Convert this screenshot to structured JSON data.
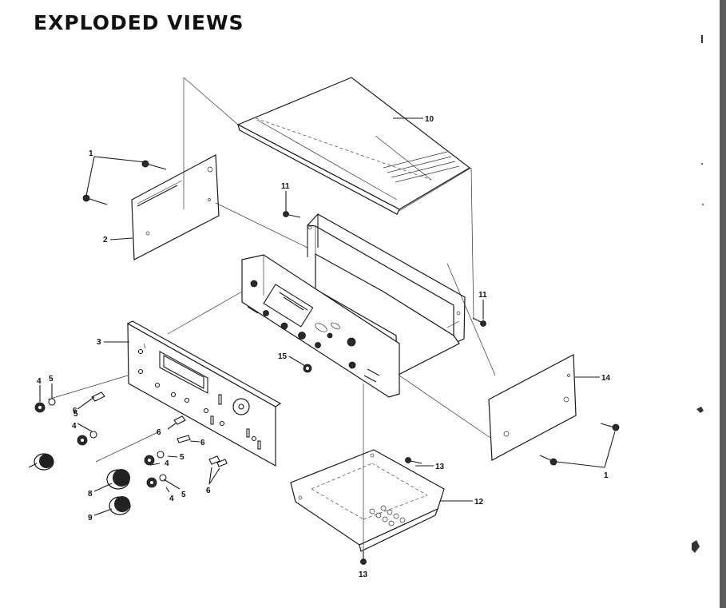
{
  "title": "EXPLODED VIEWS",
  "callouts": [
    {
      "id": "c1a",
      "label": "1"
    },
    {
      "id": "c1b",
      "label": "1"
    },
    {
      "id": "c2",
      "label": "2"
    },
    {
      "id": "c3",
      "label": "3"
    },
    {
      "id": "c4a",
      "label": "4"
    },
    {
      "id": "c4b",
      "label": "4"
    },
    {
      "id": "c4c",
      "label": "4"
    },
    {
      "id": "c4d",
      "label": "4"
    },
    {
      "id": "c5a",
      "label": "5"
    },
    {
      "id": "c5b",
      "label": "5"
    },
    {
      "id": "c5c",
      "label": "5"
    },
    {
      "id": "c5d",
      "label": "5"
    },
    {
      "id": "c6a",
      "label": "6"
    },
    {
      "id": "c6b",
      "label": "6"
    },
    {
      "id": "c6c",
      "label": "6"
    },
    {
      "id": "c6d",
      "label": "6"
    },
    {
      "id": "c8",
      "label": "8"
    },
    {
      "id": "c9",
      "label": "9"
    },
    {
      "id": "c10",
      "label": "10"
    },
    {
      "id": "c11a",
      "label": "11"
    },
    {
      "id": "c11b",
      "label": "11"
    },
    {
      "id": "c12",
      "label": "12"
    },
    {
      "id": "c13a",
      "label": "13"
    },
    {
      "id": "c13b",
      "label": "13"
    },
    {
      "id": "c14",
      "label": "14"
    },
    {
      "id": "c15",
      "label": "15"
    }
  ]
}
